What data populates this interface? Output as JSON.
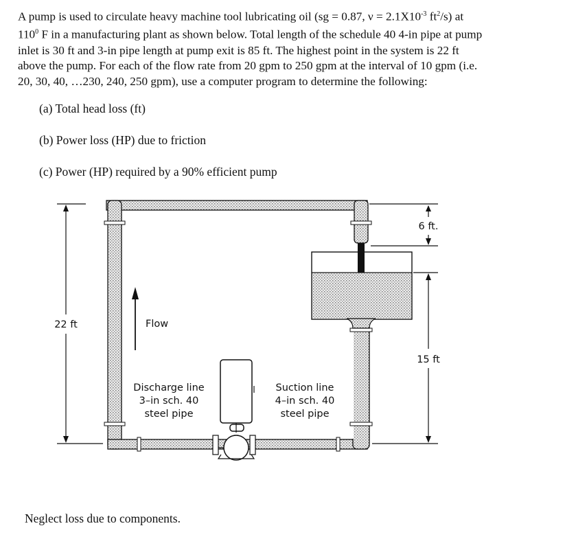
{
  "problem": {
    "line1_a": "A pump is used to circulate heavy machine tool lubricating oil (sg = 0.87, ν = 2.1X10",
    "line1_exp1": "-3",
    "line1_b": " ft",
    "line1_exp2": "2",
    "line1_c": "/s) at",
    "line2_a": "110",
    "line2_exp": "0",
    "line2_b": " F in a manufacturing plant as shown below. Total length of the schedule 40 4-in pipe at pump",
    "line3": "inlet is 30 ft and 3-in pipe length at pump exit is 85 ft.  The highest point in the system is 22 ft",
    "line4": "above the pump. For each of the flow rate from 20 gpm to 250 gpm at the interval of 10 gpm (i.e.",
    "line5": "20, 30, 40, …230, 240, 250 gpm), use a computer program to determine the following:"
  },
  "items": [
    "(a) Total head loss (ft)",
    "(b) Power loss (HP) due to friction",
    "(c) Power (HP) required by a 90% efficient pump"
  ],
  "diagram": {
    "dim_left": "22 ft",
    "dim_top_right": "6 ft.",
    "dim_right": "15 ft",
    "flow_label": "Flow",
    "discharge": [
      "Discharge line",
      "3–in sch. 40",
      "steel pipe"
    ],
    "suction": [
      "Suction line",
      "4–in sch. 40",
      "steel pipe"
    ]
  },
  "note": "Neglect loss due to components."
}
